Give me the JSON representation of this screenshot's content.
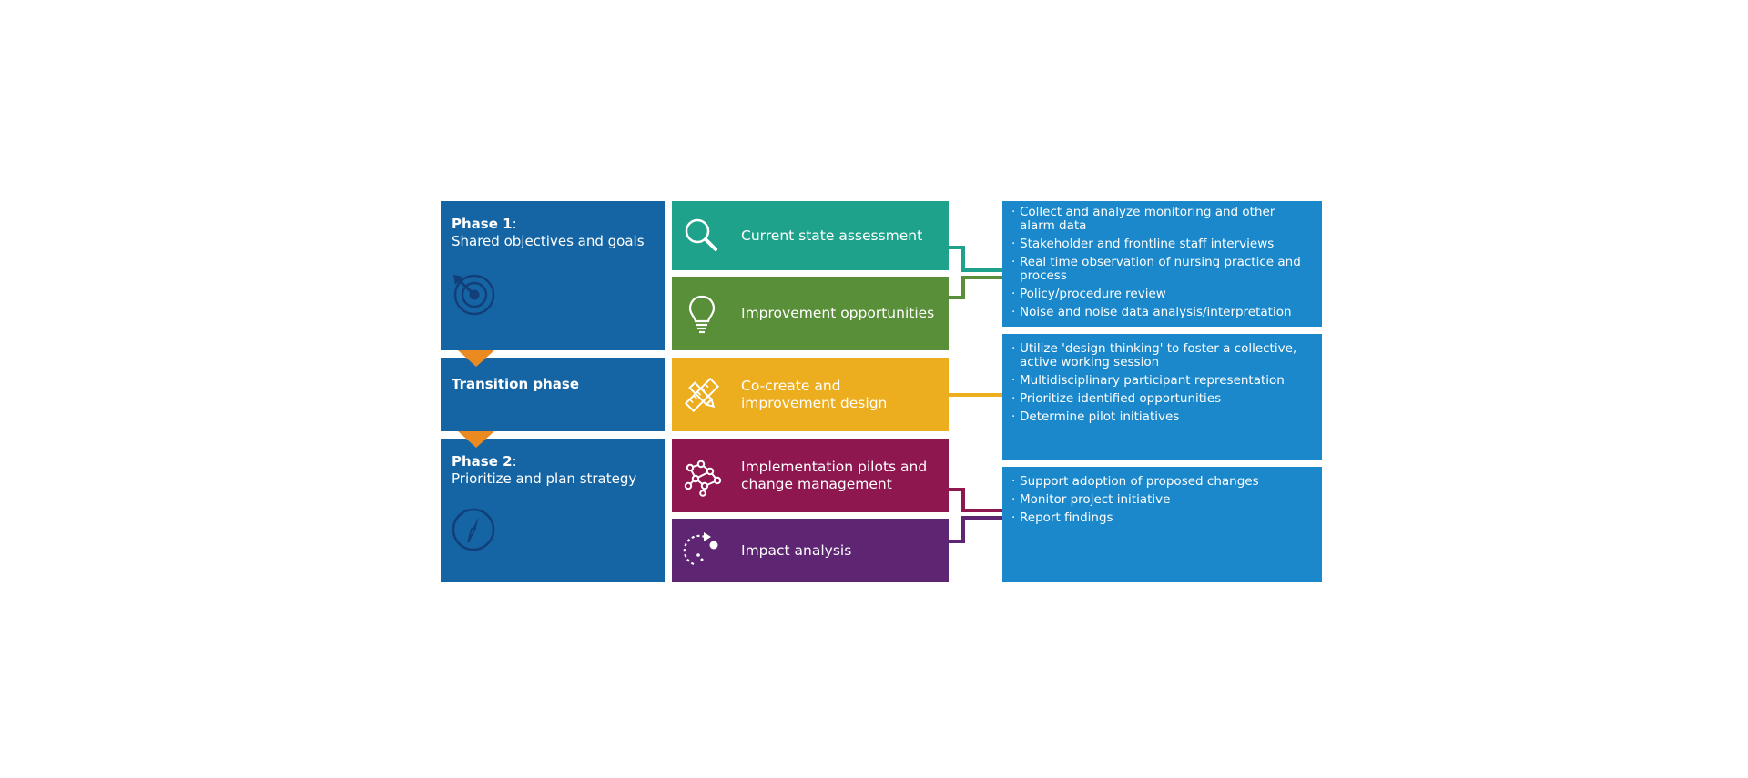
{
  "phases": [
    {
      "title": "Phase 1",
      "subtitle": "Shared objectives and goals",
      "icon": "target-icon"
    },
    {
      "title": "Transition phase",
      "subtitle": "",
      "icon": ""
    },
    {
      "title": "Phase 2",
      "subtitle": "Prioritize and plan strategy",
      "icon": "compass-icon"
    }
  ],
  "steps": [
    {
      "label": "Current state assessment",
      "color": "#1fa28c",
      "icon": "magnifier-icon"
    },
    {
      "label": "Improvement opportunities",
      "color": "#5a8f3a",
      "icon": "lightbulb-icon"
    },
    {
      "label": "Co-create and improvement design",
      "color": "#ecad1f",
      "icon": "pencil-ruler-icon"
    },
    {
      "label": "Implementation pilots and change management",
      "color": "#8e1750",
      "icon": "network-nodes-icon"
    },
    {
      "label": "Impact analysis",
      "color": "#5e2672",
      "icon": "circular-arrow-icon"
    }
  ],
  "details": [
    {
      "items": [
        "Collect and analyze monitoring and other alarm data",
        "Stakeholder and frontline staff interviews",
        "Real time observation of nursing practice and process",
        "Policy/procedure review",
        "Noise and noise data analysis/interpretation"
      ]
    },
    {
      "items": [
        "Utilize 'design thinking' to foster a collective, active working session",
        "Multidisciplinary participant representation",
        "Prioritize identified opportunities",
        "Determine pilot initiatives"
      ]
    },
    {
      "items": [
        "Support adoption of proposed changes",
        "Monitor project initiative",
        "Report findings"
      ]
    }
  ],
  "colors": {
    "phase": "#1565a4",
    "detail": "#1a88cb",
    "arrow": "#ea8a21",
    "phase_icon": "#123f7a"
  }
}
